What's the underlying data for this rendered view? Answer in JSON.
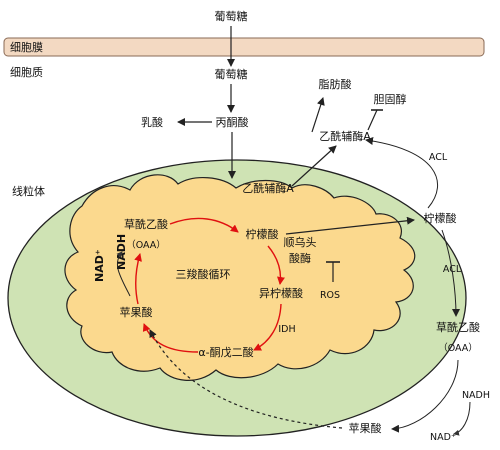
{
  "labels": {
    "glucose_outside": "葡萄糖",
    "cell_membrane": "细胞膜",
    "cytoplasm": "细胞质",
    "glucose_inside": "葡萄糖",
    "lactate": "乳酸",
    "pyruvate": "丙酮酸",
    "fatty_acid": "脂肪酸",
    "cholesterol": "胆固醇",
    "acetyl_coa_cyto": "乙酰辅酶A",
    "acl_upper": "ACL",
    "mitochondria": "线粒体",
    "acetyl_coa_mito": "乙酰辅酶A",
    "oxaloacetate_mito": "草酰乙酸",
    "oaa_mito": "（OAA）",
    "citrate_mito": "柠檬酸",
    "aconitase_line1": "顺乌头",
    "aconitase_line2": "酸酶",
    "ros": "ROS",
    "tca_cycle": "三羧酸循环",
    "isocitrate": "异柠檬酸",
    "idh": "IDH",
    "alpha_kg": "α-酮戊二酸",
    "malate_mito": "苹果酸",
    "nadh_mito": "NADH",
    "nad_mito": "NAD⁺",
    "citrate_cyto": "柠檬酸",
    "acl_lower": "ACL",
    "oxaloacetate_cyto": "草酰乙酸",
    "oaa_cyto": "（OAA）",
    "nadh_cyto": "NADH",
    "malate_cyto": "苹果酸",
    "nad_cyto": "NAD⁺"
  },
  "colors": {
    "membrane_fill": "#f3d9c2",
    "cytoplasm_mito_outer": "#cfe3b4",
    "matrix_fill": "#fbd98e",
    "cycle_arrow": "#e01010",
    "line": "#222222"
  }
}
